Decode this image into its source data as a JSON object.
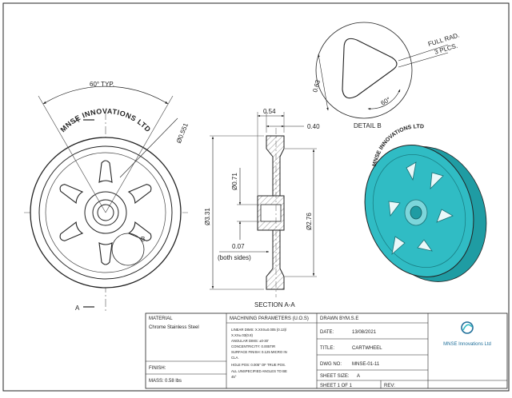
{
  "title_block": {
    "material_label": "MATERIAL",
    "material_value": "Chrome Stainless Steel",
    "finish_label": "FINISH:",
    "mass_label": "MASS:",
    "mass_value": "0.58 lbs",
    "machining_label": "MACHINING PARAMETERS (U.O.S)",
    "machining_lines": [
      "LINEAR DIMS: X.XXX±0.005 (0.13)/",
      "X.XX±.03(0.8)",
      "ANGULAR DIMS: ±0-30'",
      "CONCENTRICITY: 0.005TIR",
      "SURFACE FINISH: 0.125 MICRO IN",
      "CLA.",
      "HOLE POS: 0.005\" OF TRUE POS.",
      "ALL UNSPECIFIED ANGLES TO BE",
      "45°"
    ],
    "drawn_by_label": "DRAWN BY:",
    "drawn_by_value": "M.S.E",
    "date_label": "DATE:",
    "date_value": "13/08/2021",
    "title_label": "TITLE:",
    "title_value": "CARTWHEEL",
    "dwg_label": "DWG NO:",
    "dwg_value": "MNSE-01-11",
    "size_label": "SHEET SIZE:",
    "size_value": "A",
    "sheet_label": "SHEET 1 OF 1",
    "rev_label": "REV:",
    "company": "MNSE Innovations Ltd"
  },
  "front_view": {
    "angle_dim": "60° TYP.",
    "hole_dim": "Ø0.551",
    "engraving": "MNSE INNOVATIONS LTD",
    "section_letter": "A",
    "detail_letter": "B"
  },
  "section_view": {
    "label": "SECTION A-A",
    "dim_width": "0.54",
    "dim_rim": "0.40",
    "dim_bore": "Ø0.71",
    "dim_outer": "Ø3.31",
    "dim_inner": "Ø2.76",
    "dim_web": "0.07",
    "dim_web_note": "(both sides)"
  },
  "detail_view": {
    "label": "DETAIL B",
    "radius_note_1": "FULL RAD.",
    "radius_note_2": "3 PLCS.",
    "dim_size": "0.63",
    "dim_angle": "60°"
  },
  "iso_view": {
    "engraving": "MNSE INNOVATIONS LTD",
    "color": "#30bcc4"
  }
}
